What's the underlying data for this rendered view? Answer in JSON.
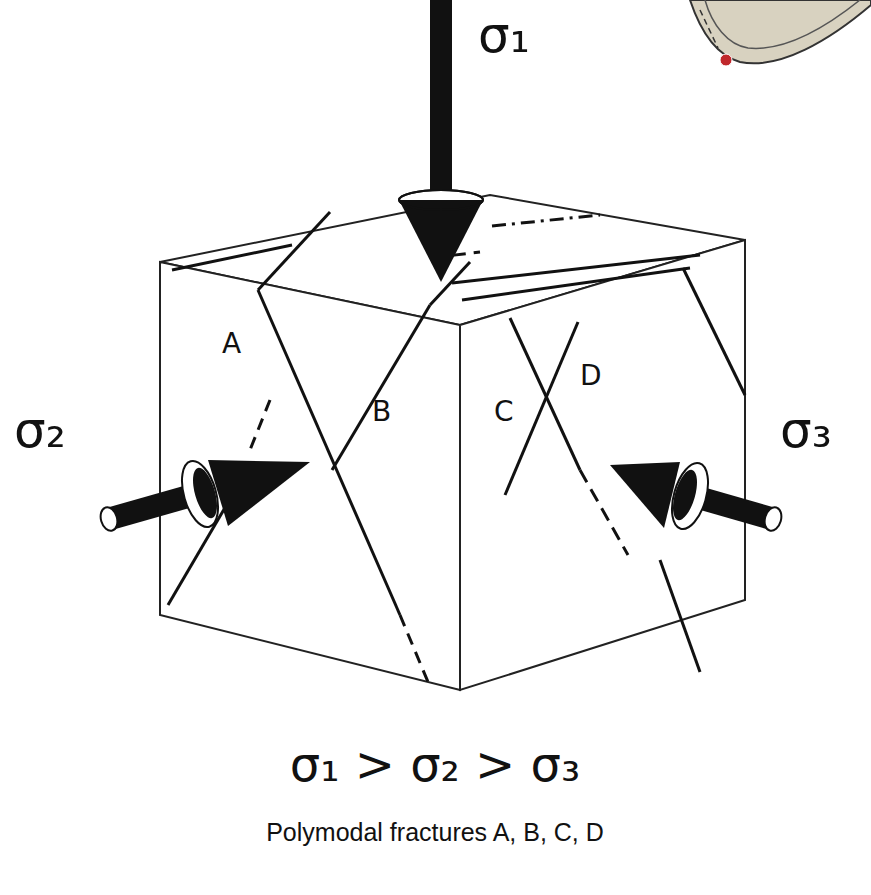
{
  "diagram": {
    "caption": "Polymodal fractures A, B, C, D",
    "labels": [
      "σ₁",
      "σ₂",
      "σ₃",
      "A",
      "B",
      "C",
      "D",
      "σ₁ > σ₂ > σ₃"
    ]
  }
}
